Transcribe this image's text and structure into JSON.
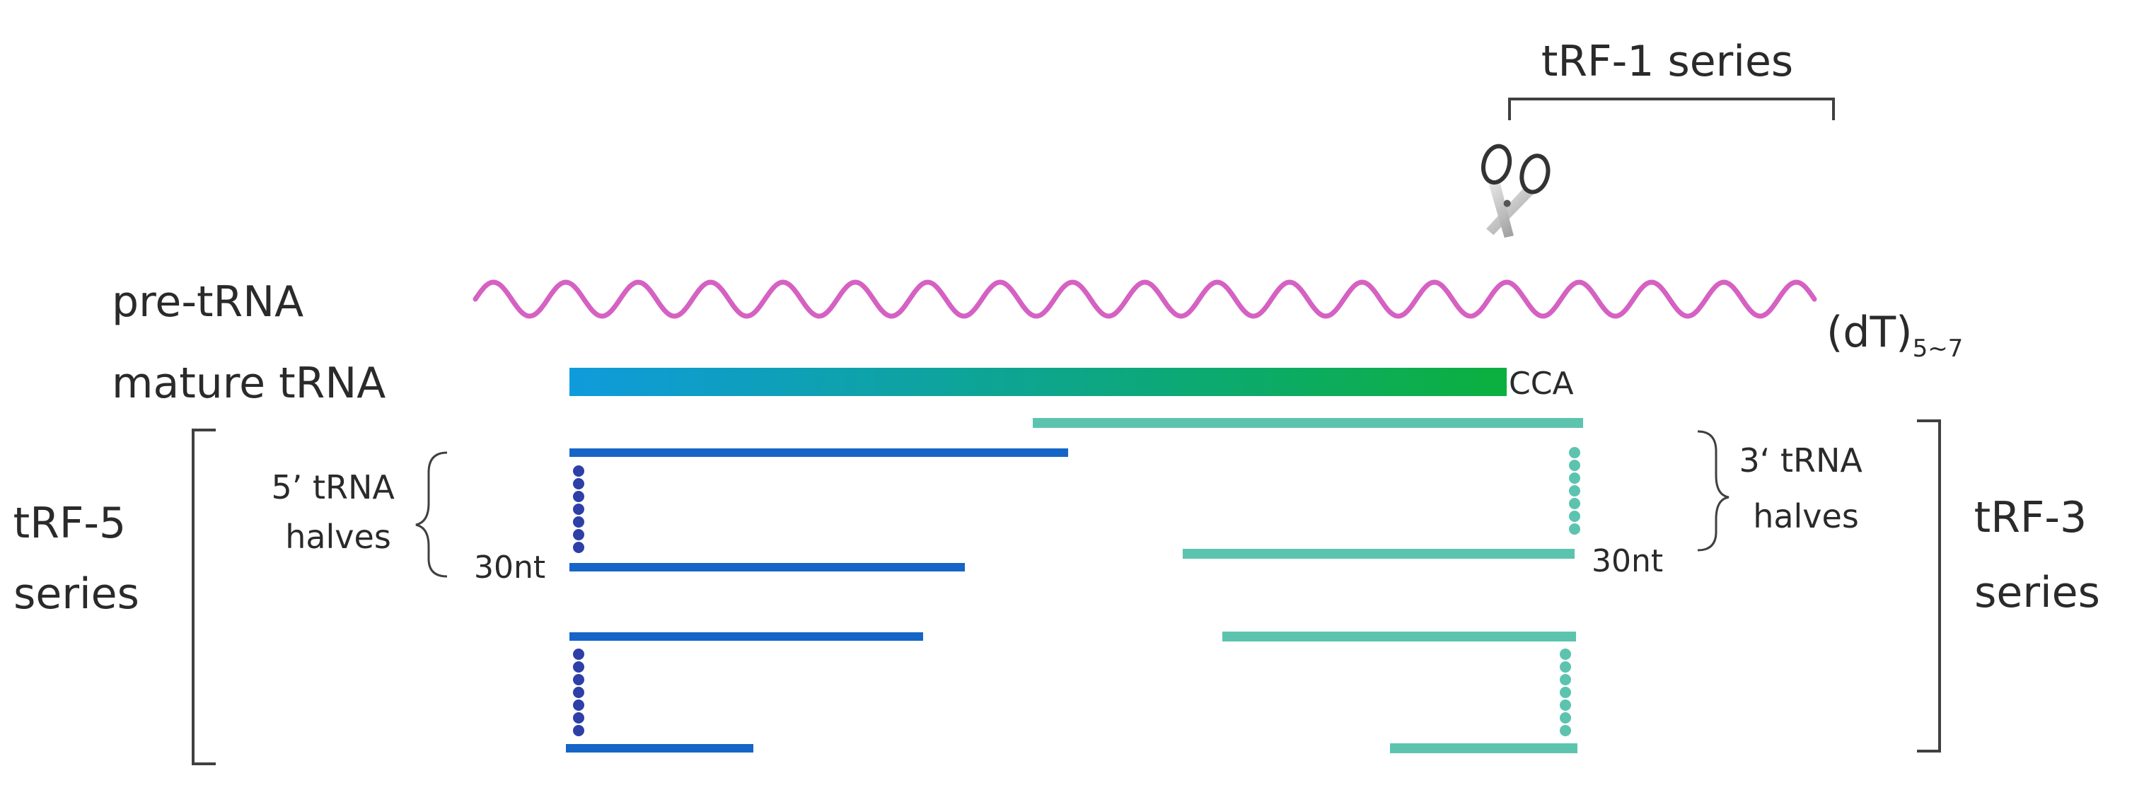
{
  "labels": {
    "pre_trna": "pre-tRNA",
    "mature_trna": "mature tRNA",
    "dt_base": "(dT)",
    "dt_sub": "5~7",
    "cca": "CCA",
    "trf1_series": "tRF-1 series",
    "trf5_line1": "tRF-5",
    "trf5_line2": "series",
    "trf3_line1": "tRF-3",
    "trf3_line2": "series",
    "halves5_line1": "5’ tRNA",
    "halves5_line2": "halves",
    "halves3_line1": "3‘ tRNA",
    "halves3_line2": "halves",
    "nt5": "30nt",
    "nt3": "30nt"
  },
  "icons": {
    "cleavage": "scissors-icon"
  },
  "colors": {
    "pre_trna": "#d561c2",
    "mature_start": "#0f9bdc",
    "mature_end": "#0bb03e",
    "trf5": "#1565c8",
    "trf5_dots": "#2e3fa8",
    "trf3": "#5cc4ae",
    "bracket": "#404040"
  }
}
